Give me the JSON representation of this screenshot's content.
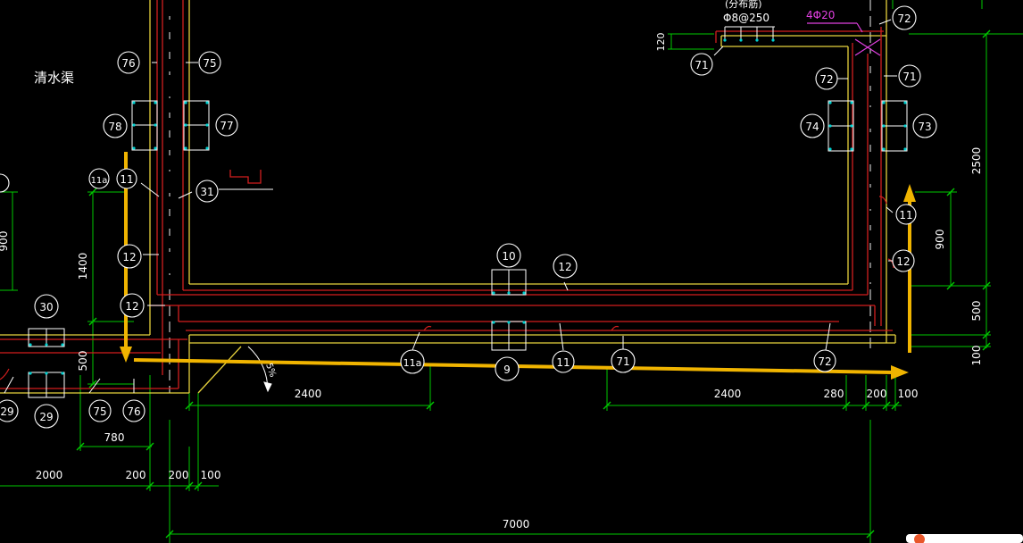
{
  "colors": {
    "background": "#000000",
    "dimension": "#00c800",
    "wall_yellow": "#e6d23c",
    "rebar_red": "#d21e1e",
    "circle": "#ffffff",
    "text": "#ffffff",
    "magenta": "#e040e0",
    "arrow": "#f0b400",
    "axis": "#c8c8c8"
  },
  "labels": {
    "area_name": "清水渠",
    "rebar_top": "Φ8@250",
    "rebar_top_note": "(分布筋)",
    "rebar_magenta": "4Φ20"
  },
  "tags": [
    "76",
    "75",
    "78",
    "77",
    "11a",
    "11",
    "31",
    "12",
    "12",
    "30",
    "29",
    "75",
    "76",
    "29",
    "72",
    "71",
    "72",
    "71",
    "74",
    "73",
    "11",
    "12",
    "10",
    "12",
    "11a",
    "9",
    "11",
    "71",
    "72"
  ],
  "dimensions": {
    "d120": "120",
    "d2500": "2500",
    "d900_left": "900",
    "d1400": "1400",
    "d500_left": "500",
    "d900_right": "900",
    "d500_right": "500",
    "d100_right": "100",
    "d2400_left": "2400",
    "d2400_right": "2400",
    "d280": "280",
    "d200_right": "200",
    "d100_bottom": "100",
    "d780": "780",
    "d2000": "2000",
    "d200_a": "200",
    "d200_b": "200",
    "d100_a": "100",
    "d7000": "7000",
    "slope": "5%"
  }
}
